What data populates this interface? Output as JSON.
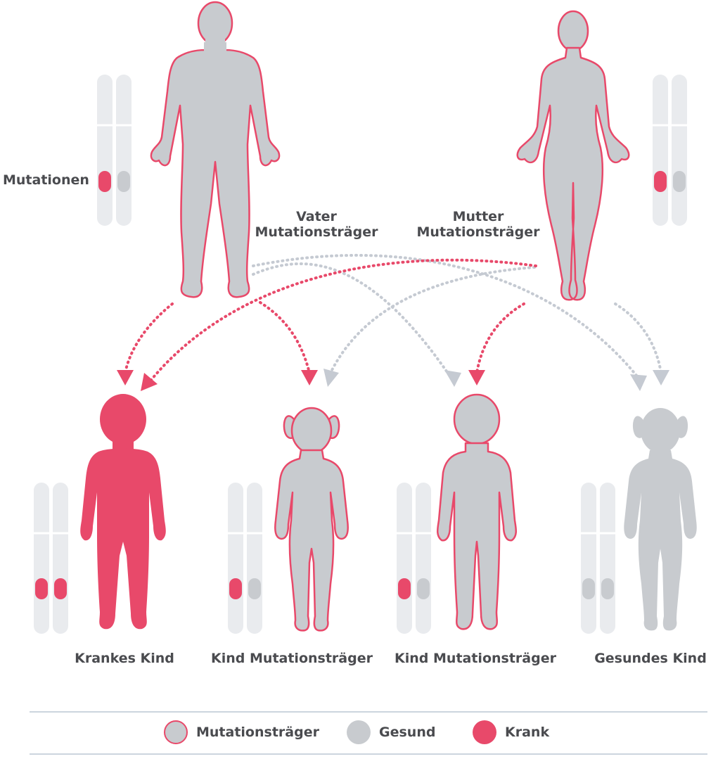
{
  "colors": {
    "body_gray": "#c8cbcf",
    "sick_red": "#e8496a",
    "chromosome": "#e9ebee",
    "arrow_gray": "#c5cad2",
    "text": "#4a4b4f",
    "divider": "#ccd5de"
  },
  "labels": {
    "mutations": "Mutationen",
    "father_line1": "Vater",
    "father_line2": "Mutationsträger",
    "mother_line1": "Mutter",
    "mother_line2": "Mutationsträger"
  },
  "children": [
    {
      "label": "Krankes Kind",
      "status": "krank",
      "figure": "boy"
    },
    {
      "label": "Kind Mutationsträger",
      "status": "mutationstraeger",
      "figure": "girl"
    },
    {
      "label": "Kind Mutationsträger",
      "status": "mutationstraeger",
      "figure": "boy"
    },
    {
      "label": "Gesundes Kind",
      "status": "gesund",
      "figure": "girl"
    }
  ],
  "legend": [
    {
      "label": "Mutationsträger",
      "status": "mutationstraeger"
    },
    {
      "label": "Gesund",
      "status": "gesund"
    },
    {
      "label": "Krank",
      "status": "krank"
    }
  ],
  "icons": [
    "father-figure",
    "mother-figure",
    "boy-figure",
    "girl-figure",
    "chromosome-pair-icon",
    "arrow-icon"
  ]
}
